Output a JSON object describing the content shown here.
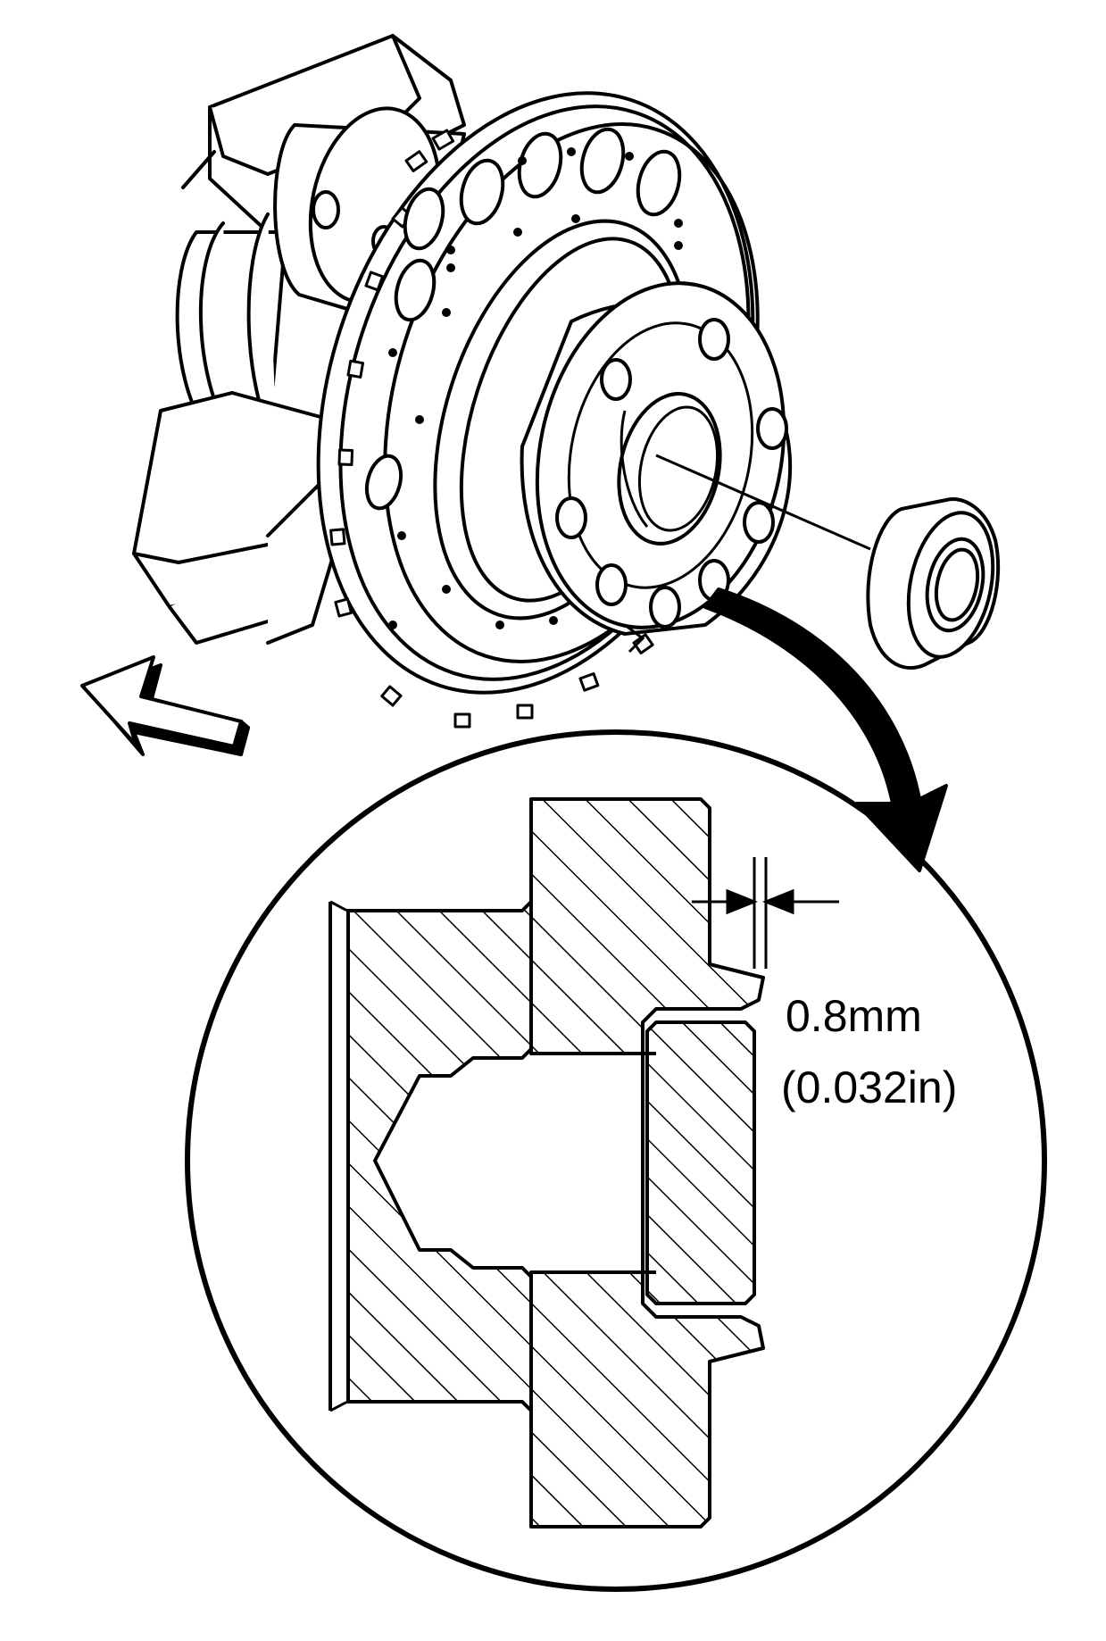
{
  "diagram": {
    "clearance_metric": "0.8mm",
    "clearance_imperial": "(0.032in)",
    "colors": {
      "line": "#000000",
      "background": "#ffffff"
    },
    "icons": [
      "crankshaft-assembly",
      "pilot-bearing",
      "install-direction-arrow",
      "callout-arrow",
      "detail-magnifier-circle"
    ]
  }
}
